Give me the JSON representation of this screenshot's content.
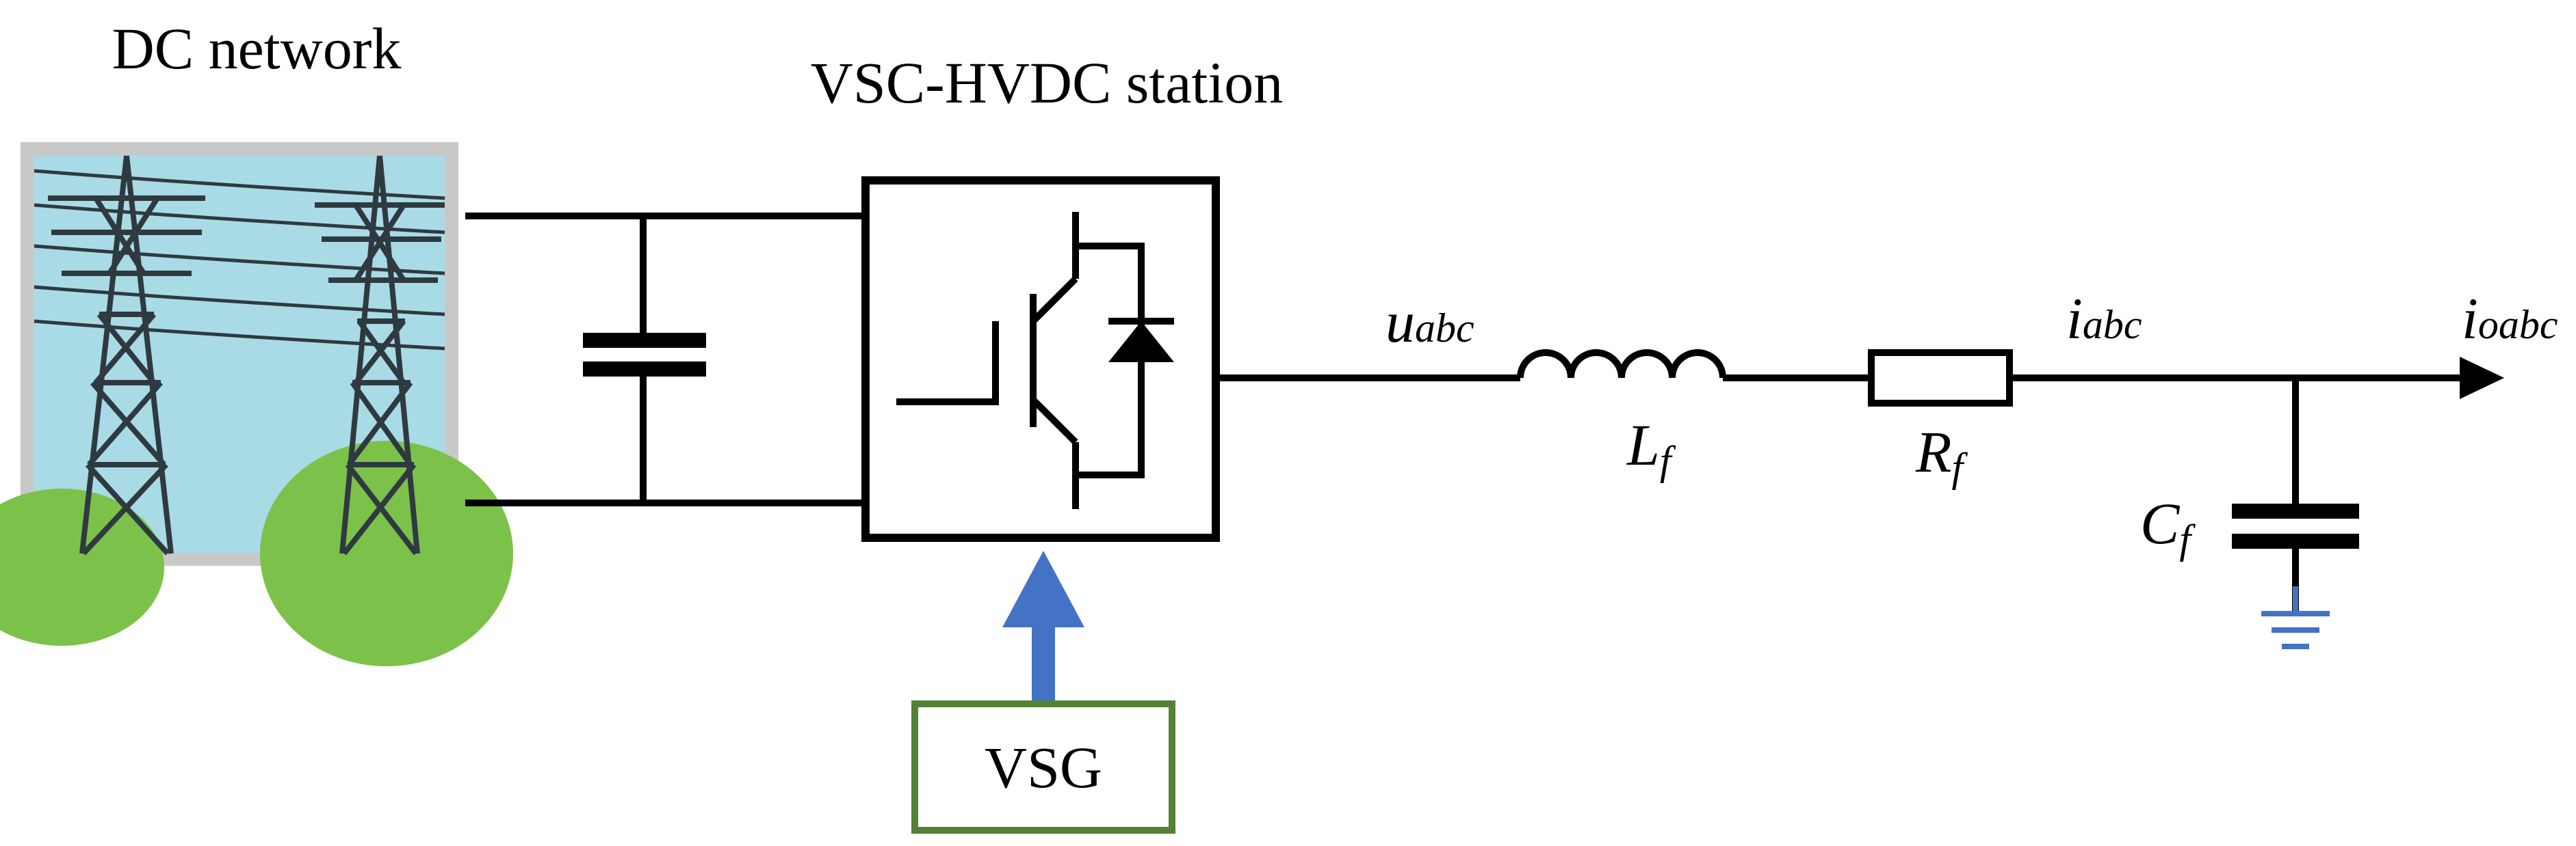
{
  "labels": {
    "dc_network": "DC network",
    "station": "VSC-HVDC station",
    "controller": "VSG",
    "voltage": {
      "main": "u",
      "sub": "abc"
    },
    "inductor": {
      "main": "L",
      "sub": "f"
    },
    "resistor": {
      "main": "R",
      "sub": "f"
    },
    "capacitor": {
      "main": "C",
      "sub": "f"
    },
    "current": {
      "main": "i",
      "sub": "abc"
    },
    "output_current": {
      "main": "i",
      "sub": "oabc"
    }
  },
  "colors": {
    "wire": "#000000",
    "control_arrow": "#4472c4",
    "controller_border": "#548235",
    "ground": "#4472c4",
    "image_frame": "#c8c8c8",
    "sky": "#a9dbe6",
    "tower": "#2f3a40",
    "hill": "#7cc24a"
  },
  "icons": {
    "dc_network": "transmission-towers-image",
    "switch": "igbt-with-antiparallel-diode",
    "ground": "ground-icon"
  }
}
